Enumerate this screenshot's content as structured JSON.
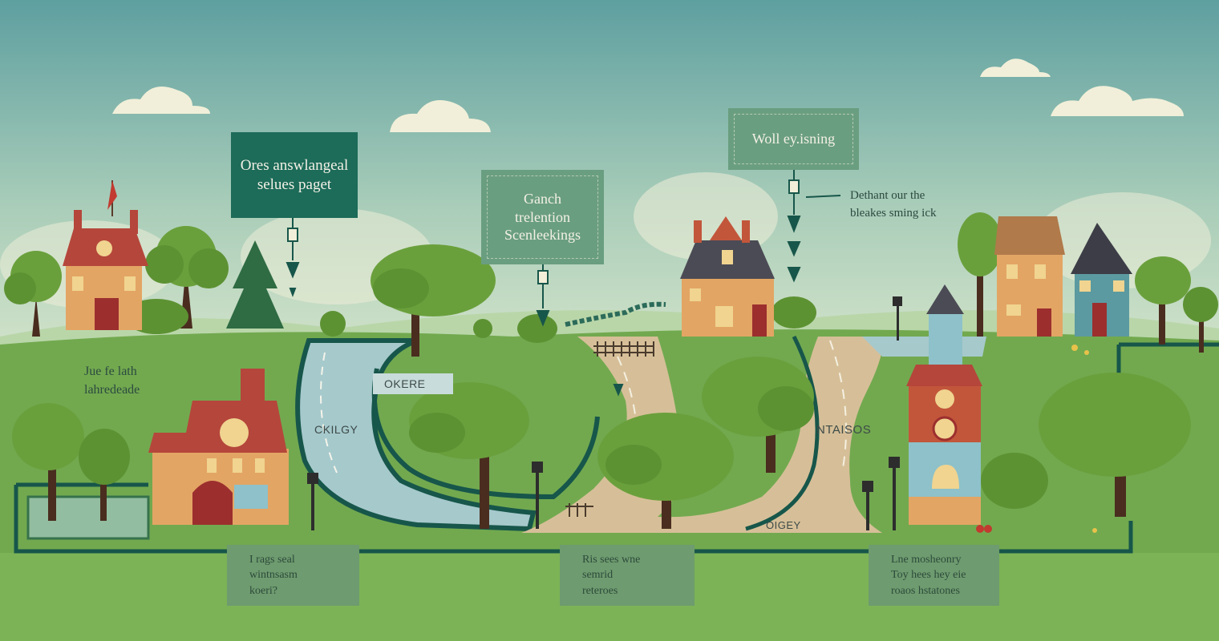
{
  "callouts": {
    "left": {
      "line1": "Ores answlangeal",
      "line2": "selues paget"
    },
    "middle": {
      "line1": "Ganch",
      "line2": "trelention",
      "line3": "Scenleekings"
    },
    "right": {
      "line1": "Woll ey.isning"
    }
  },
  "notes": {
    "right_top": {
      "line1": "Dethant our the",
      "line2": "bleakes sming ick"
    },
    "left_mid": {
      "line1": "Jue fe lath",
      "line2": "lahredeade"
    }
  },
  "path_labels": {
    "okere": "OKERE",
    "cklgy": "CKILGY",
    "ntaisos": "NTAISOS",
    "oigey": "OIGEY"
  },
  "bottom_boxes": {
    "left": {
      "line1": "I rags seal",
      "line2": "wintnsasm",
      "line3": "koeri?"
    },
    "middle": {
      "line1": "Ris sees wne",
      "line2": "semrid",
      "line3": "reteroes"
    },
    "right": {
      "line1": "Lne mosheonry",
      "line2": "Toy hees hey eie",
      "line3": "roaos hstatones"
    }
  },
  "colors": {
    "sky_top": "#5e9fa0",
    "sky_bottom": "#c9dfc4",
    "grass": "#72a94f",
    "callout_dark": "#1d6b59",
    "callout_light": "#6a9e80",
    "river": "#a6c9cc",
    "road": "#d6bf98",
    "border_green": "#17564a"
  }
}
